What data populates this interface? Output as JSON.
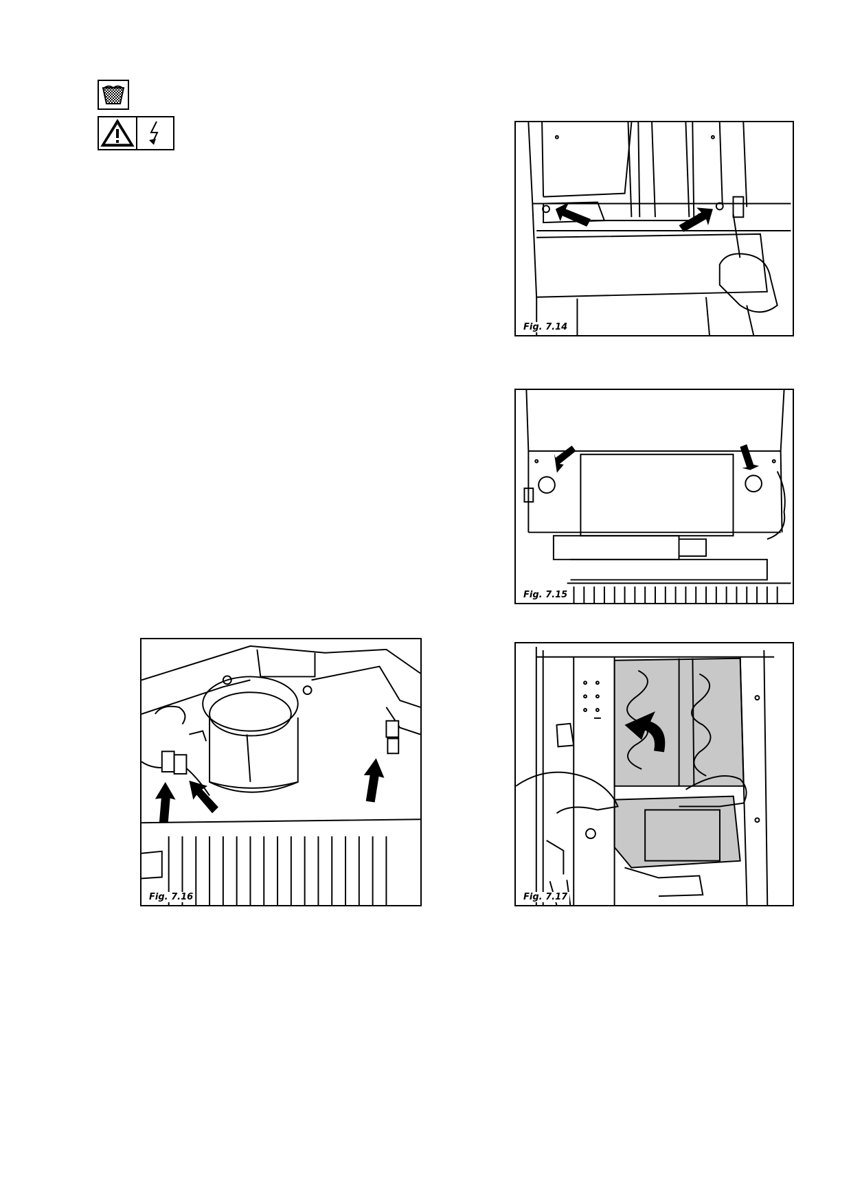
{
  "icons": {
    "wash_icon": "wash-basin-icon",
    "warning_icon": "warning-triangle-icon",
    "electric_icon": "electric-shock-icon"
  },
  "figures": [
    {
      "caption": "Fig. 7.14"
    },
    {
      "caption": "Fig. 7.15"
    },
    {
      "caption": "Fig. 7.16"
    },
    {
      "caption": "Fig. 7.17"
    }
  ],
  "colors": {
    "line": "#000000",
    "highlight": "#c8c8c8"
  }
}
